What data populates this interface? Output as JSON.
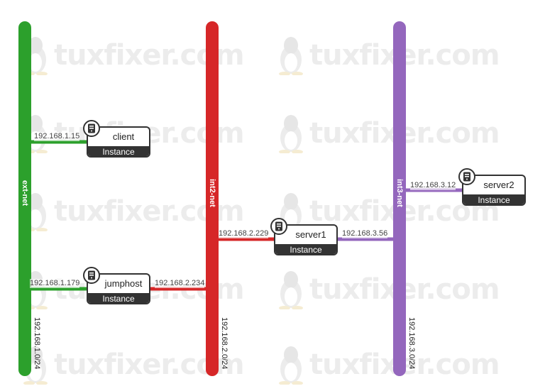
{
  "watermark": {
    "text": "tuxfixer.com",
    "icon": "tux-penguin-logo"
  },
  "colors": {
    "ext": "#2ca02c",
    "int2": "#d62728",
    "int3": "#9467bd",
    "node": "#333333"
  },
  "networks": [
    {
      "name": "ext-net",
      "cidr": "192.168.1.0/24"
    },
    {
      "name": "int2-net",
      "cidr": "192.168.2.0/24"
    },
    {
      "name": "int3-net",
      "cidr": "192.168.3.0/24"
    }
  ],
  "nodes": [
    {
      "name": "client",
      "type": "Instance",
      "icon": "server-icon"
    },
    {
      "name": "jumphost",
      "type": "Instance",
      "icon": "server-icon"
    },
    {
      "name": "server1",
      "type": "Instance",
      "icon": "server-icon"
    },
    {
      "name": "server2",
      "type": "Instance",
      "icon": "server-icon"
    }
  ],
  "links": [
    {
      "node": "client",
      "network": "ext-net",
      "ip": "192.168.1.15"
    },
    {
      "node": "jumphost",
      "network": "ext-net",
      "ip": "192.168.1.179"
    },
    {
      "node": "jumphost",
      "network": "int2-net",
      "ip": "192.168.2.234"
    },
    {
      "node": "server1",
      "network": "int2-net",
      "ip": "192.168.2.229"
    },
    {
      "node": "server1",
      "network": "int3-net",
      "ip": "192.168.3.56"
    },
    {
      "node": "server2",
      "network": "int3-net",
      "ip": "192.168.3.12"
    }
  ]
}
